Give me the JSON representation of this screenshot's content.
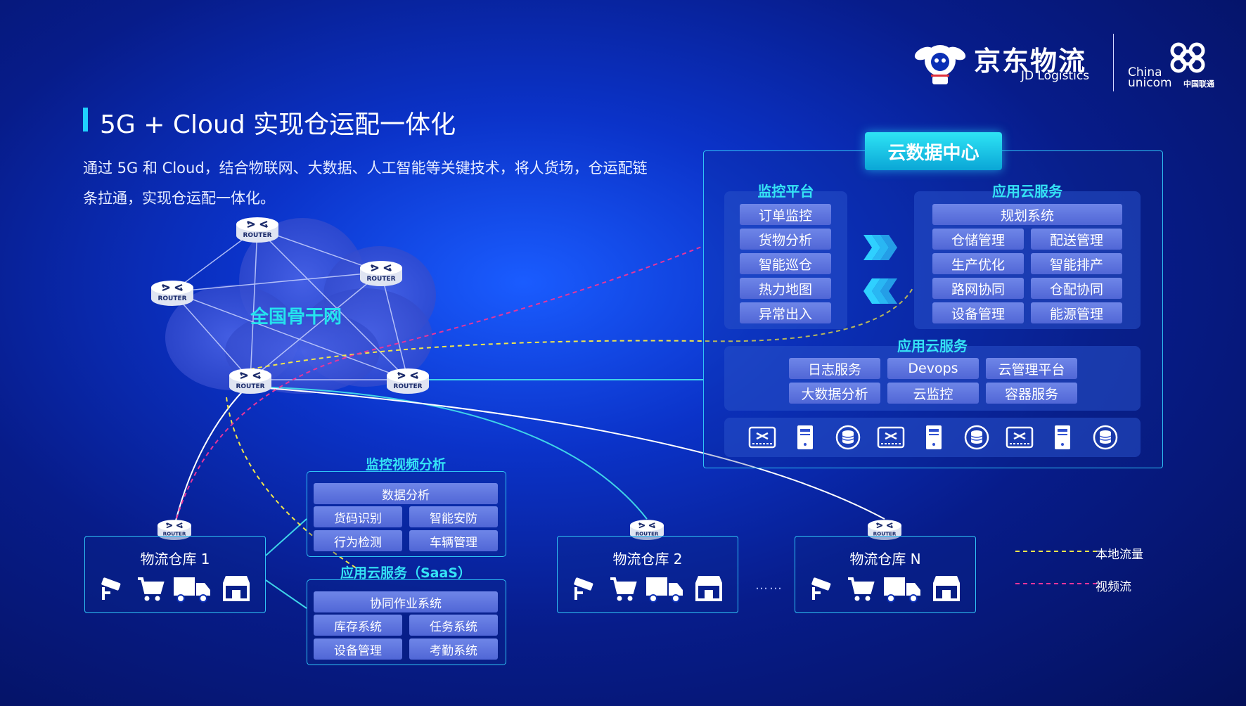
{
  "header": {
    "title": "5G + Cloud 实现仓运配一体化",
    "description": "通过 5G 和 Cloud，结合物联网、大数据、人工智能等关键技术，将人货场，仓运配链条拉通，实现仓运配一体化。"
  },
  "logos": {
    "jd_name": "京东物流",
    "jd_sub": "JD Logistics",
    "unicom_line1": "China",
    "unicom_line2": "unicom",
    "unicom_cn": "中国联通"
  },
  "network": {
    "backbone_label": "全国骨干网",
    "router_label": "ROUTER"
  },
  "data_center": {
    "title": "云数据中心",
    "monitor": {
      "title": "监控平台",
      "items": [
        "订单监控",
        "货物分析",
        "智能巡仓",
        "热力地图",
        "异常出入"
      ]
    },
    "app_services": {
      "title": "应用云服务",
      "top": "规划系统",
      "items": [
        "仓储管理",
        "配送管理",
        "生产优化",
        "智能排产",
        "路网协同",
        "仓配协同",
        "设备管理",
        "能源管理"
      ]
    },
    "infra_services": {
      "title": "应用云服务",
      "items": [
        "日志服务",
        "Devops",
        "云管理平台",
        "大数据分析",
        "云监控",
        "容器服务"
      ]
    }
  },
  "video_analysis": {
    "title": "监控视频分析",
    "top": "数据分析",
    "items": [
      "货码识别",
      "智能安防",
      "行为检测",
      "车辆管理"
    ]
  },
  "saas": {
    "title": "应用云服务（SaaS）",
    "top": "协同作业系统",
    "items": [
      "库存系统",
      "任务系统",
      "设备管理",
      "考勤系统"
    ]
  },
  "warehouses": [
    {
      "label": "物流仓库 1"
    },
    {
      "label": "物流仓库 2"
    },
    {
      "label": "物流仓库 N"
    }
  ],
  "ellipsis": "……",
  "legend": [
    {
      "label": "本地流量",
      "color": "#f2e64a"
    },
    {
      "label": "视频流",
      "color": "#e8359a"
    }
  ],
  "colors": {
    "accent_cyan": "#2fc3f5",
    "title_cyan": "#35e3f5",
    "chip": "#5f77e0"
  }
}
